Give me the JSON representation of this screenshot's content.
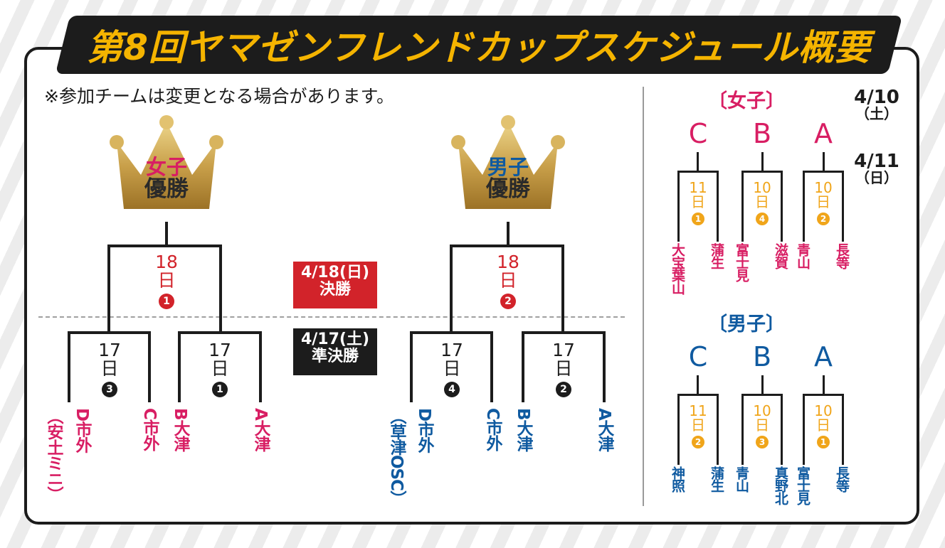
{
  "title": "第8回ヤマゼンフレンドカップスケジュール概要",
  "note": "※参加チームは変更となる場合があります。",
  "crowns": {
    "women": {
      "gender": "女子",
      "word": "優勝"
    },
    "men": {
      "gender": "男子",
      "word": "優勝"
    }
  },
  "date_boxes": {
    "final": {
      "date": "4/18(日)",
      "round": "決勝"
    },
    "semifinal": {
      "date": "4/17(土)",
      "round": "準決勝"
    }
  },
  "main_matches": {
    "women_final": {
      "day": "18",
      "unit": "日",
      "num": "1"
    },
    "women_semi_left": {
      "day": "17",
      "unit": "日",
      "num": "3"
    },
    "women_semi_right": {
      "day": "17",
      "unit": "日",
      "num": "1"
    },
    "men_final": {
      "day": "18",
      "unit": "日",
      "num": "2"
    },
    "men_semi_left": {
      "day": "17",
      "unit": "日",
      "num": "4"
    },
    "men_semi_right": {
      "day": "17",
      "unit": "日",
      "num": "2"
    }
  },
  "main_teams": {
    "women": [
      "D市外",
      "（安土ミニ）",
      "C市外",
      "B大津",
      "A大津"
    ],
    "men": [
      "D市外",
      "（草津OSC）",
      "C市外",
      "B大津",
      "A大津"
    ]
  },
  "side": {
    "women_header": "〔女子〕",
    "men_header": "〔男子〕",
    "date_sat": {
      "date": "4/10",
      "weekday": "（土）"
    },
    "date_sun": {
      "date": "4/11",
      "weekday": "（日）"
    },
    "women_groups": [
      {
        "group": "C",
        "day": "11",
        "unit": "日",
        "num": "1",
        "teams": [
          "大宝葉山",
          "蒲生"
        ]
      },
      {
        "group": "B",
        "day": "10",
        "unit": "日",
        "num": "4",
        "teams": [
          "富士見",
          "滋賀"
        ]
      },
      {
        "group": "A",
        "day": "10",
        "unit": "日",
        "num": "2",
        "teams": [
          "青山",
          "長等"
        ]
      }
    ],
    "men_groups": [
      {
        "group": "C",
        "day": "11",
        "unit": "日",
        "num": "2",
        "teams": [
          "神照",
          "蒲生"
        ]
      },
      {
        "group": "B",
        "day": "10",
        "unit": "日",
        "num": "3",
        "teams": [
          "青山",
          "真野北"
        ]
      },
      {
        "group": "A",
        "day": "10",
        "unit": "日",
        "num": "1",
        "teams": [
          "富士見",
          "長等"
        ]
      }
    ]
  },
  "colors": {
    "women": "#d81e63",
    "men": "#0f5aa0",
    "final": "#d2232a",
    "semi": "#1c1c1c",
    "group_match": "#f0a51a",
    "title_text": "#f5b400"
  }
}
